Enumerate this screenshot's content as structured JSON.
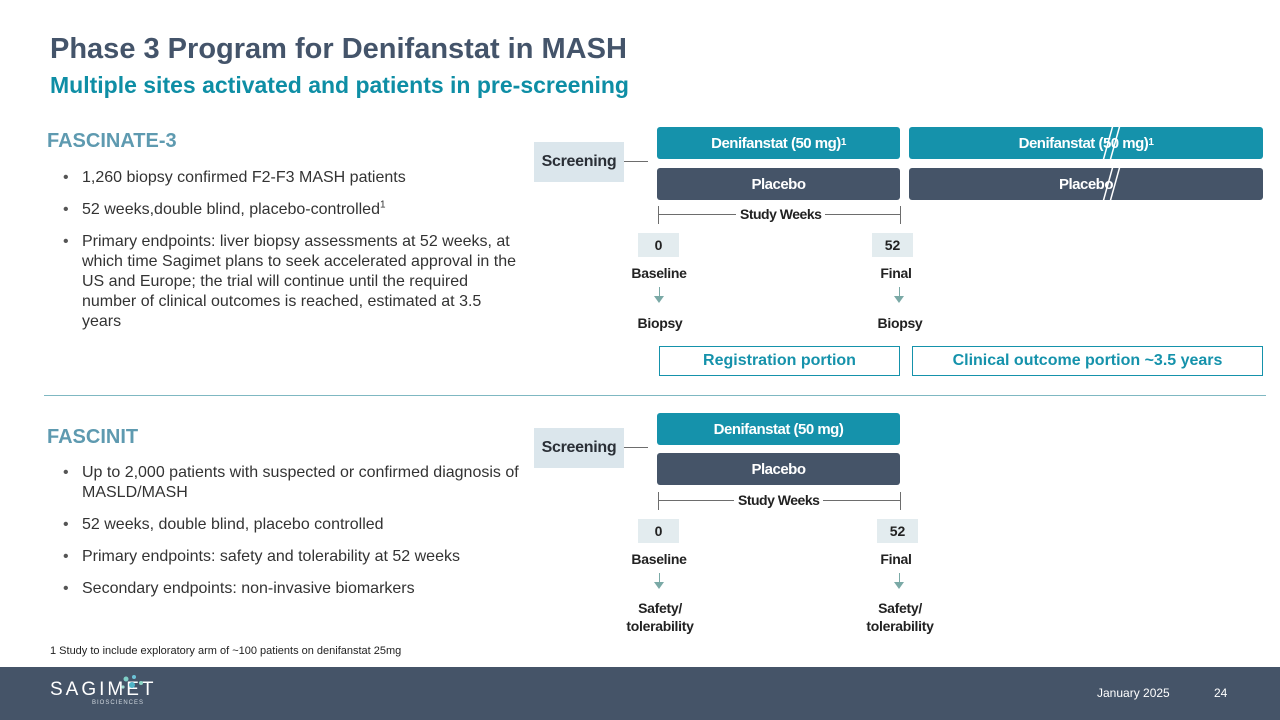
{
  "header": {
    "title": "Phase 3 Program for Denifanstat in MASH",
    "subtitle": "Multiple sites activated and patients in pre-screening"
  },
  "fascinate": {
    "heading": "FASCINATE-3",
    "bullets": [
      "1,260 biopsy confirmed F2-F3 MASH patients",
      "52 weeks,double blind, placebo-controlled",
      "Primary endpoints: liver biopsy assessments at 52 weeks, at which time Sagimet plans to seek accelerated approval in the US and Europe; the trial will continue until the required number of clinical outcomes is reached, estimated at 3.5 years"
    ],
    "bullet2_sup": "1",
    "diagram": {
      "screening": "Screening",
      "drug_arm": "Denifanstat (50 mg)",
      "drug_sup": "1",
      "placebo_arm": "Placebo",
      "study_weeks": "Study Weeks",
      "week_start": "0",
      "week_end": "52",
      "start_label": "Baseline",
      "end_label": "Final",
      "start_outcome": "Biopsy",
      "end_outcome": "Biopsy",
      "registration_portion": "Registration portion",
      "clinical_portion": "Clinical outcome portion ~3.5 years"
    }
  },
  "fascinit": {
    "heading": "FASCINIT",
    "bullets": [
      "Up to 2,000 patients with suspected or confirmed diagnosis of MASLD/MASH",
      "52 weeks, double blind, placebo controlled",
      "Primary endpoints: safety and tolerability at 52 weeks",
      "Secondary endpoints: non-invasive biomarkers"
    ],
    "diagram": {
      "screening": "Screening",
      "drug_arm": "Denifanstat (50 mg)",
      "placebo_arm": "Placebo",
      "study_weeks": "Study Weeks",
      "week_start": "0",
      "week_end": "52",
      "start_label": "Baseline",
      "end_label": "Final",
      "start_outcome": "Safety/ tolerability",
      "end_outcome": "Safety/ tolerability"
    }
  },
  "footnote": "1 Study to include exploratory arm of ~100 patients on denifanstat 25mg",
  "footer": {
    "logo_text": "SAGIMET",
    "logo_sub": "BIOSCIENCES",
    "date": "January 2025",
    "page_number": "24"
  },
  "colors": {
    "title": "#44546a",
    "accent_teal": "#1592ab",
    "navy": "#455468",
    "section_head": "#5e9ab0"
  }
}
